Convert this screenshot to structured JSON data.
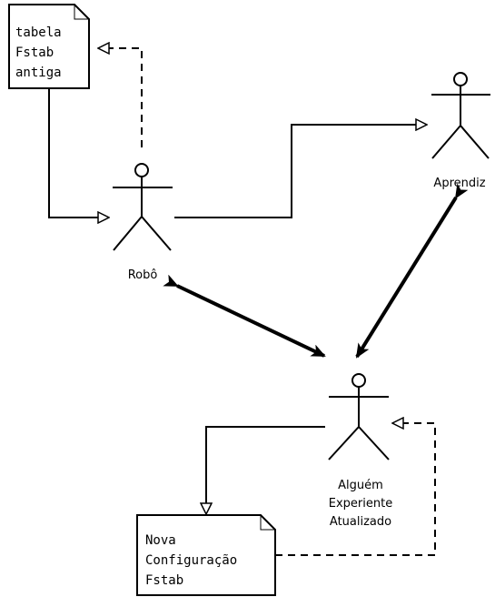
{
  "diagram": {
    "notes": {
      "old_fstab": {
        "lines": [
          "tabela",
          "Fstab",
          "antiga"
        ]
      },
      "new_fstab": {
        "lines": [
          "Nova",
          "Configuração",
          "Fstab"
        ]
      }
    },
    "actors": {
      "robot": {
        "lines": [
          "Robô"
        ]
      },
      "apprentice": {
        "lines": [
          "Aprendiz"
        ]
      },
      "expert": {
        "lines": [
          "Alguém",
          "Experiente",
          "Atualizado"
        ]
      }
    },
    "colors": {
      "stroke": "#000000",
      "background": "#ffffff",
      "note_fill": "#ffffff"
    },
    "connections": [
      {
        "from": "old_fstab",
        "to": "robot",
        "style": "solid",
        "arrow": "hollow-triangle"
      },
      {
        "from": "robot",
        "to": "old_fstab",
        "style": "dashed",
        "arrow": "hollow-triangle"
      },
      {
        "from": "robot",
        "to": "apprentice",
        "style": "solid",
        "arrow": "hollow-triangle"
      },
      {
        "from": "robot",
        "to": "expert",
        "style": "thick",
        "arrow": "bidirectional-filled"
      },
      {
        "from": "apprentice",
        "to": "expert",
        "style": "thick",
        "arrow": "bidirectional-filled"
      },
      {
        "from": "expert",
        "to": "new_fstab",
        "style": "solid",
        "arrow": "hollow-triangle"
      },
      {
        "from": "new_fstab",
        "to": "expert",
        "style": "dashed",
        "arrow": "hollow-triangle"
      }
    ]
  }
}
